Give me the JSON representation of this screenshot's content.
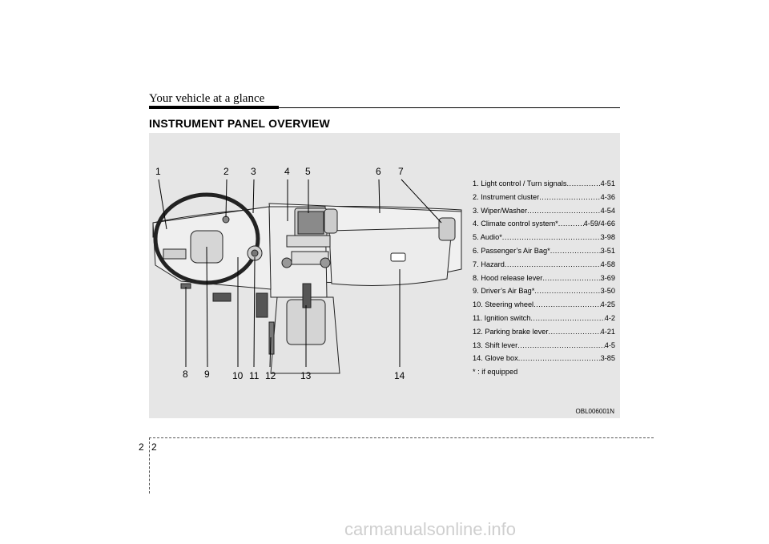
{
  "header": {
    "title": "Your vehicle at a glance"
  },
  "section": {
    "title": "INSTRUMENT PANEL OVERVIEW"
  },
  "callouts": [
    "1",
    "2",
    "3",
    "4",
    "5",
    "6",
    "7",
    "8",
    "9",
    "10",
    "11",
    "12",
    "13",
    "14"
  ],
  "legend": [
    {
      "label": "1. Light control / Turn signals",
      "page": "4-51"
    },
    {
      "label": "2. Instrument cluster",
      "page": "4-36"
    },
    {
      "label": "3. Wiper/Washer",
      "page": "4-54"
    },
    {
      "label": "4. Climate control system*",
      "page": "4-59/4-66"
    },
    {
      "label": "5. Audio*",
      "page": "3-98"
    },
    {
      "label": "6. Passenger’s Air Bag*",
      "page": "3-51"
    },
    {
      "label": "7. Hazard",
      "page": "4-58"
    },
    {
      "label": "8. Hood release lever",
      "page": "3-69"
    },
    {
      "label": "9. Driver’s Air Bag*",
      "page": "3-50"
    },
    {
      "label": "10. Steering wheel",
      "page": "4-25"
    },
    {
      "label": "11. Ignition switch",
      "page": "4-2"
    },
    {
      "label": "12. Parking brake lever",
      "page": "4-21"
    },
    {
      "label": "13. Shift lever",
      "page": "4-5"
    },
    {
      "label": "14. Glove box",
      "page": "3-85"
    }
  ],
  "legend_note": "* : if equipped",
  "figure_code": "OBL006001N",
  "page": {
    "chapter": "2",
    "number": "2"
  },
  "watermark": "carmanualsonline.info"
}
